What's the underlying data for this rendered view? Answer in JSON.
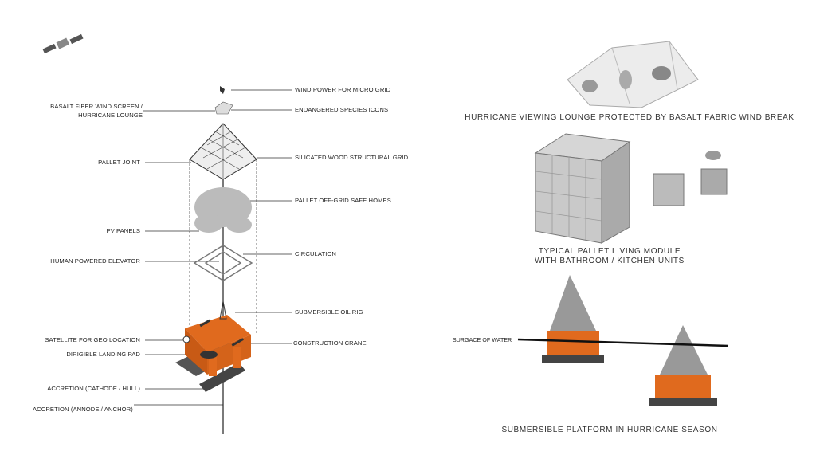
{
  "exploded_axonometric": {
    "labels_left": {
      "basalt_line1": "BASALT FIBER WIND SCREEN /",
      "basalt_line2": "HURRICANE LOUNGE",
      "pallet_joint": "PALLET JOINT",
      "pv_marker": "–",
      "pv_panels": "PV PANELS",
      "elevator": "HUMAN POWERED ELEVATOR",
      "satellite": "SATELLITE FOR GEO LOCATION",
      "dirigible": "DIRIGIBLE LANDING PAD",
      "accretion_cathode": "ACCRETION (CATHODE / HULL)",
      "accretion_anode": "ACCRETION (ANNODE / ANCHOR)"
    },
    "labels_right": {
      "wind_power": "WIND POWER FOR MICRO GRID",
      "species_icons": "ENDANGERED SPECIES ICONS",
      "wood_grid": "SILICATED WOOD STRUCTURAL GRID",
      "safe_homes": "PALLET OFF-GRID SAFE HOMES",
      "circulation": "CIRCULATION",
      "oil_rig": "SUBMERSIBLE OIL RIG",
      "crane": "CONSTRUCTION CRANE"
    }
  },
  "captions": {
    "lounge": "HURRICANE VIEWING LOUNGE PROTECTED BY BASALT FABRIC  WIND BREAK",
    "module_line1": "TYPICAL PALLET LIVING MODULE",
    "module_line2": "WITH BATHROOM / KITCHEN UNITS",
    "water_surface": "SURGACE OF WATER",
    "platform": "SUBMERSIBLE PLATFORM IN HURRICANE SEASON"
  },
  "colors": {
    "rig_orange": "#e06a1e",
    "hull_dark": "#3a3a3a",
    "grey": "#bdbdbd"
  }
}
